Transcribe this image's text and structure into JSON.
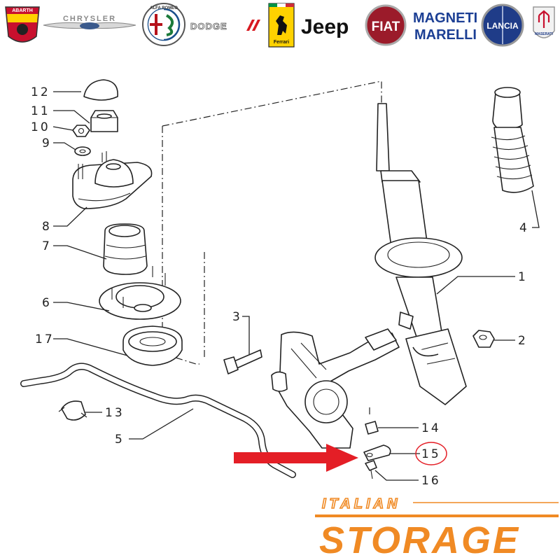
{
  "brands": {
    "abarth": "ABARTH",
    "chrysler": "CHRYSLER",
    "alfa_romeo": "ALFA ROMEO",
    "dodge": "DODGE",
    "ferrari": "Ferrari",
    "jeep": "Jeep",
    "fiat": "FIAT",
    "magneti_line1": "MAGNETI",
    "magneti_line2": "MARELLI",
    "lancia": "LANCIA",
    "maserati": "MASERATI"
  },
  "callouts": {
    "c1": "1",
    "c2": "2",
    "c3": "3",
    "c4": "4",
    "c5": "5",
    "c6": "6",
    "c7": "7",
    "c8": "8",
    "c9": "9",
    "c10": "10",
    "c11": "11",
    "c12": "12",
    "c13": "13",
    "c14": "14",
    "c15": "15",
    "c16": "16",
    "c17": "17"
  },
  "watermark": {
    "line1": "ITALIAN",
    "line2": "STORAGE"
  },
  "colors": {
    "arrow": "#e41e26",
    "storage_orange": "#f08a24",
    "ink": "#222222",
    "abarth_red": "#c8102e",
    "alfa_red": "#b5121b",
    "fiat_red": "#9b1b2a",
    "lancia_blue": "#1f3c88",
    "magneti_blue": "#1c3f94",
    "ferrari_yellow": "#ffd200"
  },
  "highlight": {
    "circled_part": "15"
  }
}
